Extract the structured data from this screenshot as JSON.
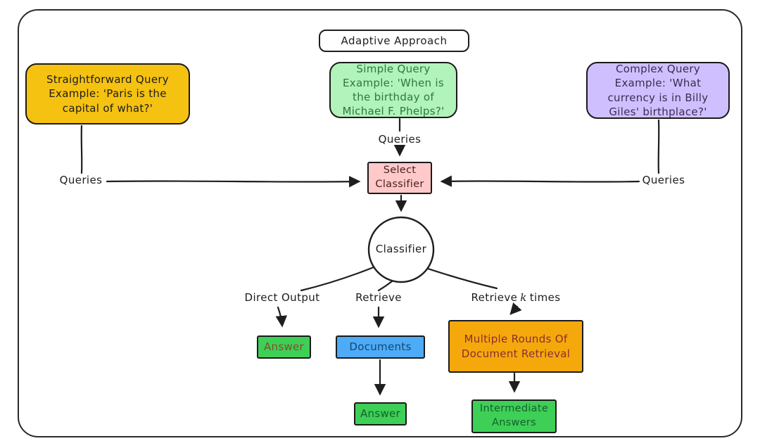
{
  "title": "Adaptive Approach",
  "examples": {
    "straightforward": "Straightforward Query Example: 'Paris is the capital of what?'",
    "simple": "Simple Query Example: 'When is the birthday of Michael F. Phelps?'",
    "complex": "Complex Query Example: 'What currency is in Billy Giles' birthplace?'"
  },
  "classifier": {
    "select_label": "Select Classifier",
    "node_label": "Classifier"
  },
  "edge_labels": {
    "queries_left": "Queries",
    "queries_center": "Queries",
    "queries_right": "Queries",
    "direct_output": "Direct Output",
    "retrieve": "Retrieve",
    "retrieve_k_pre": "Retrieve",
    "retrieve_k_var": "k",
    "retrieve_k_post": "times"
  },
  "outputs": {
    "answer_direct": "Answer",
    "documents": "Documents",
    "multi_round": "Multiple Rounds Of Document Retrieval",
    "answer_retrieve": "Answer",
    "intermediate_answers": "Intermediate Answers"
  },
  "colors": {
    "ink": "#1e1e1e",
    "yellow_fill": "#f5c211",
    "light_green_fill": "#b2f2bb",
    "purple_fill": "#d0bfff",
    "pink_fill": "#ffc9c9",
    "solid_green_fill": "#3ecf57",
    "blue_fill": "#4dabf7",
    "orange_fill": "#f5a80c",
    "green_text": "#2b7a3e",
    "purple_text": "#3a2d52",
    "pink_text": "#4d2020",
    "orange_text": "#8a2e2e"
  }
}
